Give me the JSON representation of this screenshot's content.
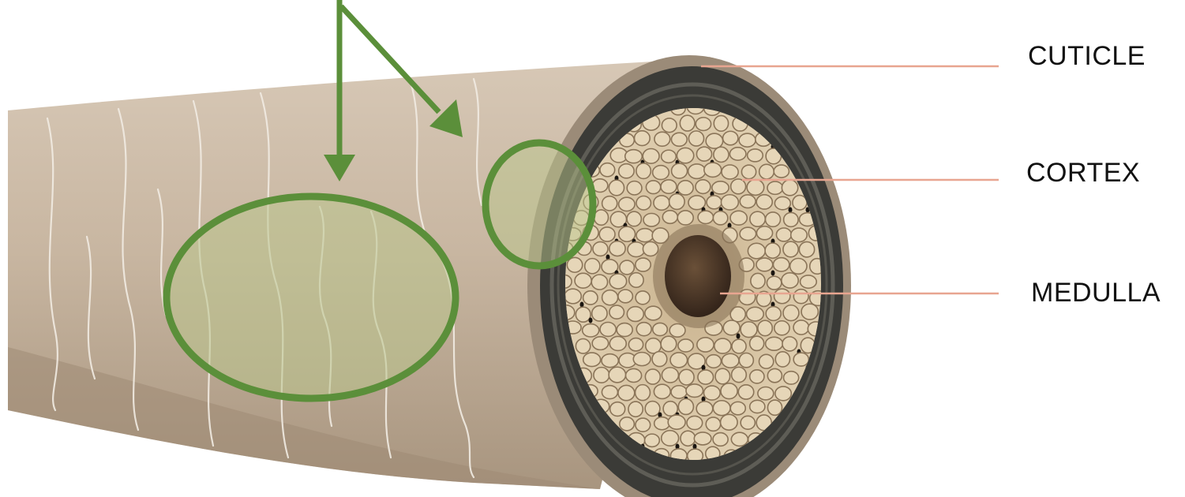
{
  "labels": {
    "cuticle": "CUTICLE",
    "cortex": "CORTEX",
    "medulla": "MEDULLA"
  },
  "colors": {
    "shaft": "#cdbba6",
    "cuticle_ring": "#3a3a36",
    "cortex_fill": "#dccbad",
    "cortex_cell_edge": "#8a7458",
    "medulla": "#4a3626",
    "leader_line": "#e8a590",
    "highlight": "#5b8f3a",
    "highlight_fill": "#b9c58c"
  }
}
